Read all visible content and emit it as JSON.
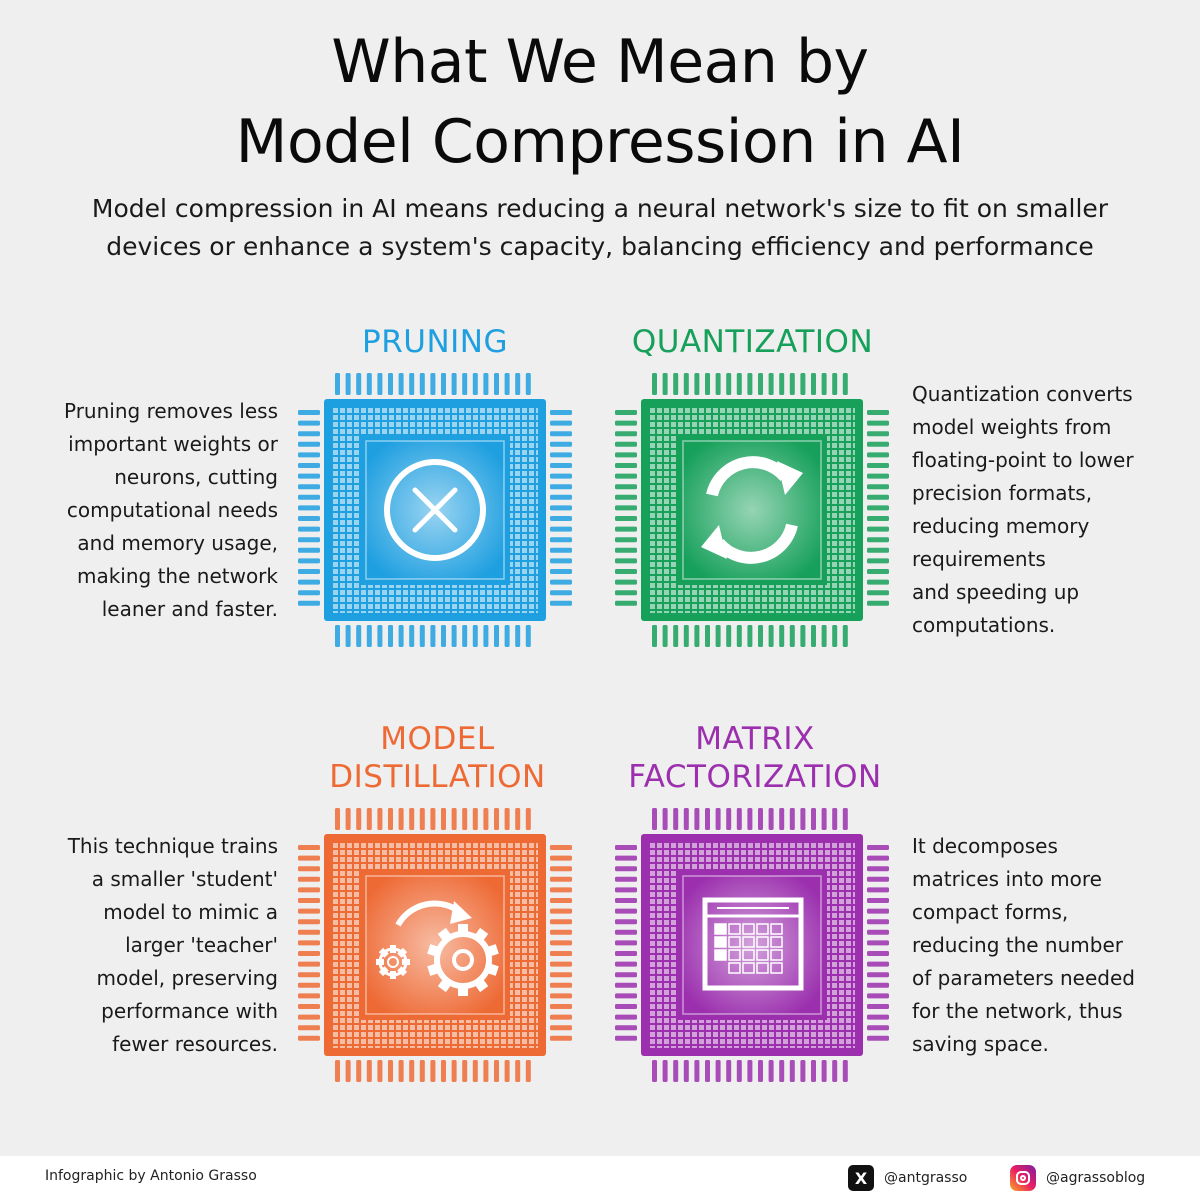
{
  "title_line1": "What We Mean by",
  "title_line2": "Model Compression in AI",
  "subtitle_line1": "Model compression in AI means reducing a neural network's size to fit on smaller",
  "subtitle_line2": "devices or enhance a system's capacity, balancing efficiency and performance",
  "sections": {
    "pruning": {
      "heading": "PRUNING",
      "color": "#1e9fe0",
      "icon": "close-circle-icon",
      "lines": [
        "Pruning removes less",
        "important weights or",
        "neurons, cutting",
        "computational needs",
        "and memory usage,",
        "making the network",
        "leaner and faster."
      ]
    },
    "quantization": {
      "heading": "QUANTIZATION",
      "color": "#16a05a",
      "icon": "refresh-arrows-icon",
      "lines": [
        "Quantization converts",
        "model weights from",
        "floating-point to lower",
        "precision formats,",
        "reducing memory",
        "requirements",
        "and speeding up",
        "computations."
      ]
    },
    "distillation": {
      "heading_line1": "MODEL",
      "heading_line2": "DISTILLATION",
      "color": "#ee6a35",
      "icon": "gears-transfer-icon",
      "lines": [
        "This technique trains",
        "a smaller 'student'",
        "model to mimic a",
        "larger 'teacher'",
        "model, preserving",
        "performance with",
        "fewer resources."
      ]
    },
    "factorization": {
      "heading_line1": "MATRIX",
      "heading_line2": "FACTORIZATION",
      "color": "#9b2fae",
      "icon": "matrix-grid-icon",
      "lines": [
        "It decomposes",
        "matrices into more",
        "compact forms,",
        "reducing the number",
        "of parameters needed",
        "for the network, thus",
        "saving space."
      ]
    }
  },
  "footer": {
    "credit": "Infographic by Antonio Grasso",
    "x_handle": "@antgrasso",
    "x_icon_glyph": "X",
    "instagram_handle": "@agrassoblog"
  }
}
